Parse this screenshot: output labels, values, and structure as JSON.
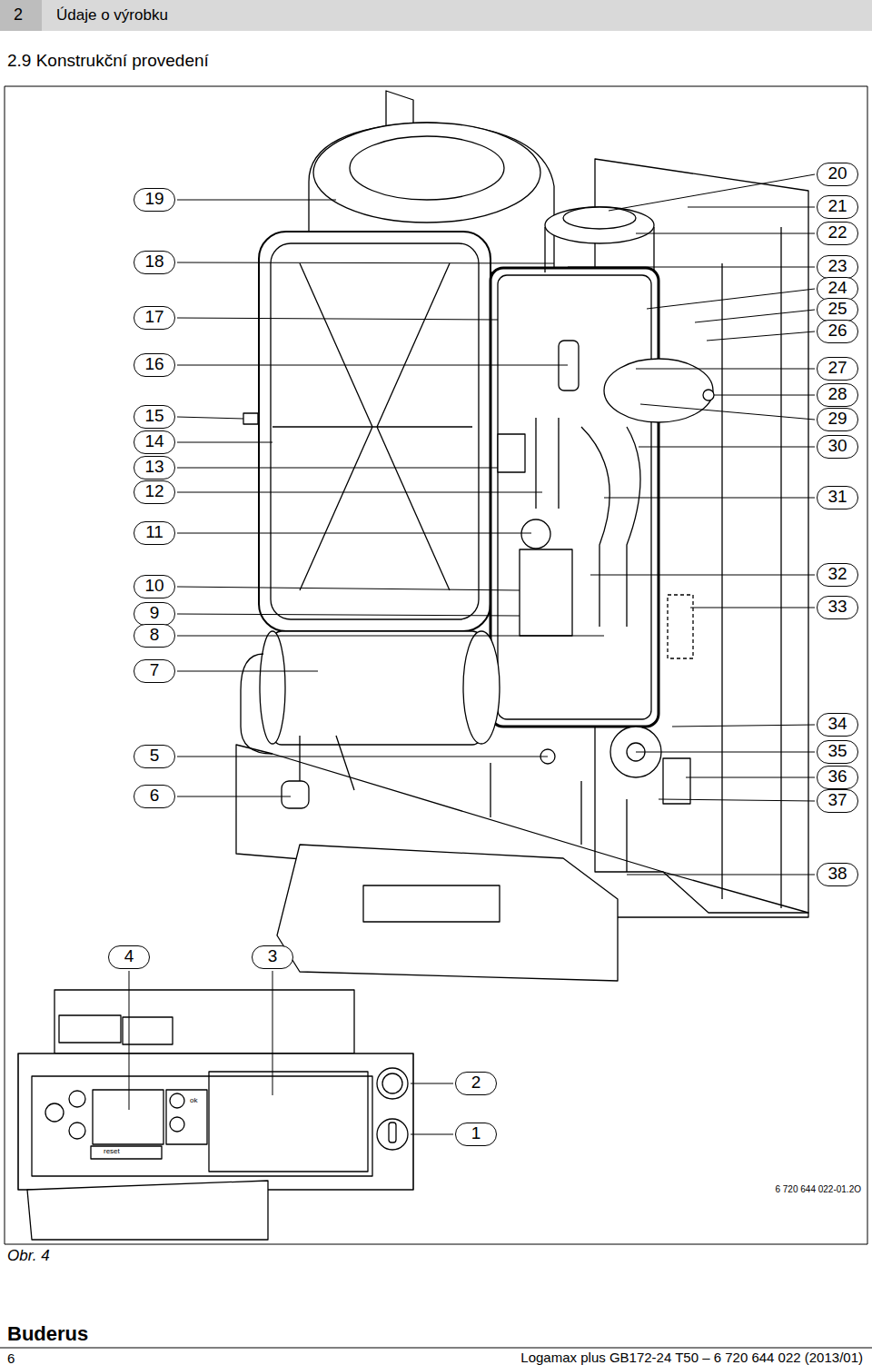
{
  "diagram": {
    "title": "2.9 Konstrukční provedení",
    "caption": "Obr. 4",
    "nodes": [
      {
        "text": [
          "20"
        ]
      },
      {
        "text": [
          "19"
        ]
      },
      {
        "text": [
          "21"
        ]
      },
      {
        "text": [
          "22"
        ]
      },
      {
        "text": [
          "18"
        ]
      },
      {
        "text": [
          "23"
        ]
      },
      {
        "text": [
          "24"
        ]
      },
      {
        "text": [
          "25"
        ]
      },
      {
        "text": [
          "17"
        ]
      },
      {
        "text": [
          "26"
        ]
      },
      {
        "text": [
          "16"
        ]
      },
      {
        "text": [
          "27"
        ]
      },
      {
        "text": [
          "28"
        ]
      },
      {
        "text": [
          "15"
        ]
      },
      {
        "text": [
          "29"
        ]
      },
      {
        "text": [
          "14"
        ]
      },
      {
        "text": [
          "30"
        ]
      },
      {
        "text": [
          "13"
        ]
      },
      {
        "text": [
          "12"
        ]
      },
      {
        "text": [
          "31"
        ]
      },
      {
        "text": [
          "11"
        ]
      },
      {
        "text": [
          "32"
        ]
      },
      {
        "text": [
          "10"
        ]
      },
      {
        "text": [
          "33"
        ]
      },
      {
        "text": [
          "9"
        ]
      },
      {
        "text": [
          "8"
        ]
      },
      {
        "text": [
          "7"
        ]
      },
      {
        "text": [
          "34"
        ]
      },
      {
        "text": [
          "35"
        ]
      },
      {
        "text": [
          "5"
        ]
      },
      {
        "text": [
          "36"
        ]
      },
      {
        "text": [
          "6"
        ]
      },
      {
        "text": [
          "37"
        ]
      },
      {
        "text": [
          "38"
        ]
      },
      {
        "text": [
          "4"
        ]
      },
      {
        "text": [
          "3"
        ]
      },
      {
        "text": [
          "2"
        ]
      },
      {
        "text": [
          "1"
        ]
      }
    ],
    "labels": [
      "2",
      "Údaje o výrobku",
      "6 720 644 022-01.2O",
      "Buderus",
      "6",
      "Logamax plus GB172-24 T50 – 6 720 644 022 (2013/01)",
      "reset",
      "ok"
    ]
  }
}
